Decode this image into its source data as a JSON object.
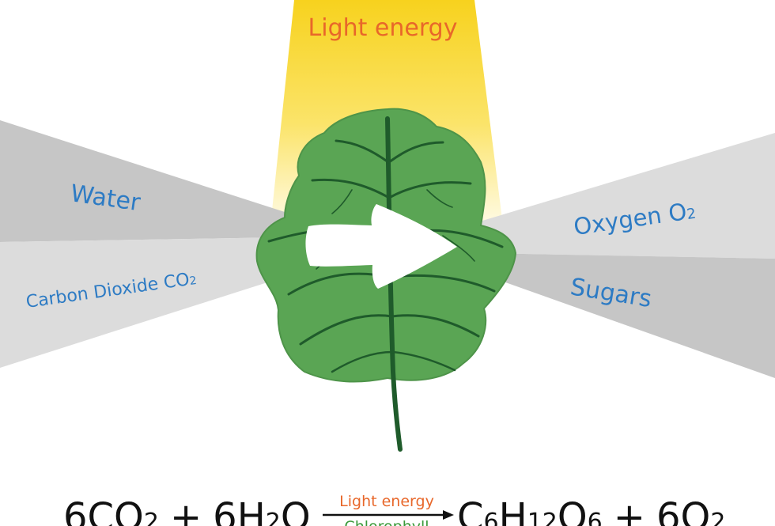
{
  "diagram": {
    "light_label": "Light energy",
    "inputs": {
      "water": "Water",
      "co2_main": "Carbon Dioxide CO",
      "co2_sub": "2"
    },
    "outputs": {
      "oxygen_main": "Oxygen O",
      "oxygen_sub": "2",
      "sugars": "Sugars"
    },
    "colors": {
      "sunbeam": "#f7d21e",
      "ray_dark": "#c6c6c6",
      "ray_light": "#dcdcdc",
      "leaf": "#5aa554",
      "vein": "#1f5b2b",
      "label_blue": "#2d7bc4",
      "label_orange": "#e8672a",
      "arrow": "#ffffff"
    },
    "icons": {
      "process_arrow": "arrow-right-icon"
    }
  },
  "equation": {
    "left_term1": "6CO",
    "left_term1_sub": "2",
    "plus1": "+",
    "left_term2_a": "6H",
    "left_term2_sub": "2",
    "left_term2_b": "O",
    "arrow_label_top": "Light energy",
    "arrow_label_bottom": "Chlorophyll",
    "right_c": "C",
    "right_c_sub": "6",
    "right_h": "H",
    "right_h_sub": "12",
    "right_o": "O",
    "right_o_sub": "6",
    "plus2": "+",
    "right_term2": "6O",
    "right_term2_sub": "2"
  }
}
